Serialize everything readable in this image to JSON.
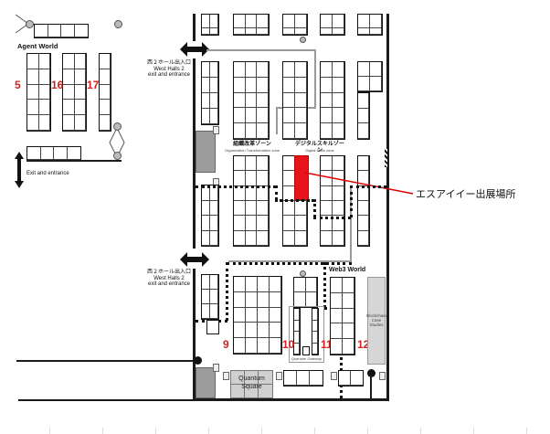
{
  "map": {
    "callout_label": "エスアイイー出展場所",
    "highlight_color": "#e8141b",
    "zones": {
      "agent_world": "Agent World",
      "web3_world": "Web3 World",
      "org_transformation_jp": "組織改革ゾーン",
      "org_transformation_en": "Organization Transformation zone",
      "digital_skills_jp": "デジタルスキルゾーン",
      "digital_skills_en": "Digital Skills zone",
      "quantum_square": "Quantum Square",
      "quantum_gateway": "Quantum Gateway",
      "blockchain_case_studies": "Blockchain Case Studies"
    },
    "entrances": {
      "west_halls_2_upper_jp": "西２ホール出入口",
      "west_halls_2_upper_en_1": "West Halls 2",
      "west_halls_2_upper_en_2": "exit and entrance",
      "west_halls_2_lower_jp": "西２ホール出入口",
      "west_halls_2_lower_en_1": "West Halls 2",
      "west_halls_2_lower_en_2": "exit and entrance",
      "left_exit": "Exit and entrance"
    },
    "block_numbers": {
      "b5": "5",
      "b16": "16",
      "b17": "17",
      "b9": "9",
      "b10": "10",
      "b11": "11",
      "b12": "12"
    }
  }
}
